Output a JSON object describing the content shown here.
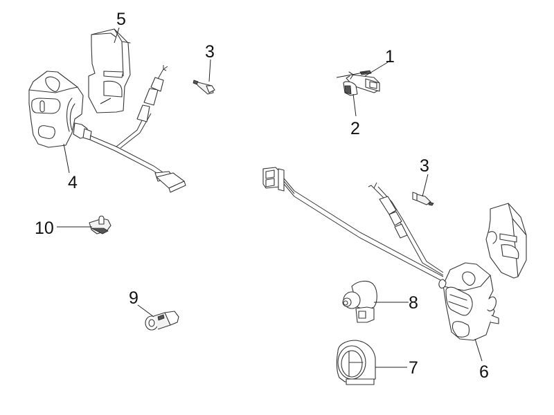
{
  "diagram": {
    "type": "exploded-parts-view",
    "subject": "handlebar switch assemblies",
    "callouts": [
      {
        "id": "1",
        "label": "1",
        "part": "switch-with-screw"
      },
      {
        "id": "2",
        "label": "2",
        "part": "switch-rocker-cap"
      },
      {
        "id": "3a",
        "label": "3",
        "part": "bulb-left"
      },
      {
        "id": "3b",
        "label": "3",
        "part": "bulb-right"
      },
      {
        "id": "4",
        "label": "4",
        "part": "left-handlebar-switch-with-harness"
      },
      {
        "id": "5",
        "label": "5",
        "part": "left-switch-rear-cover"
      },
      {
        "id": "6",
        "label": "6",
        "part": "right-handlebar-switch-with-harness"
      },
      {
        "id": "7",
        "label": "7",
        "part": "ignition-switch-cover"
      },
      {
        "id": "8",
        "label": "8",
        "part": "ignition-switch"
      },
      {
        "id": "9",
        "label": "9",
        "part": "socket-connector"
      },
      {
        "id": "10",
        "label": "10",
        "part": "clip-nut"
      }
    ],
    "colors": {
      "background": "#ffffff",
      "line": "#333333",
      "text": "#111111"
    }
  }
}
